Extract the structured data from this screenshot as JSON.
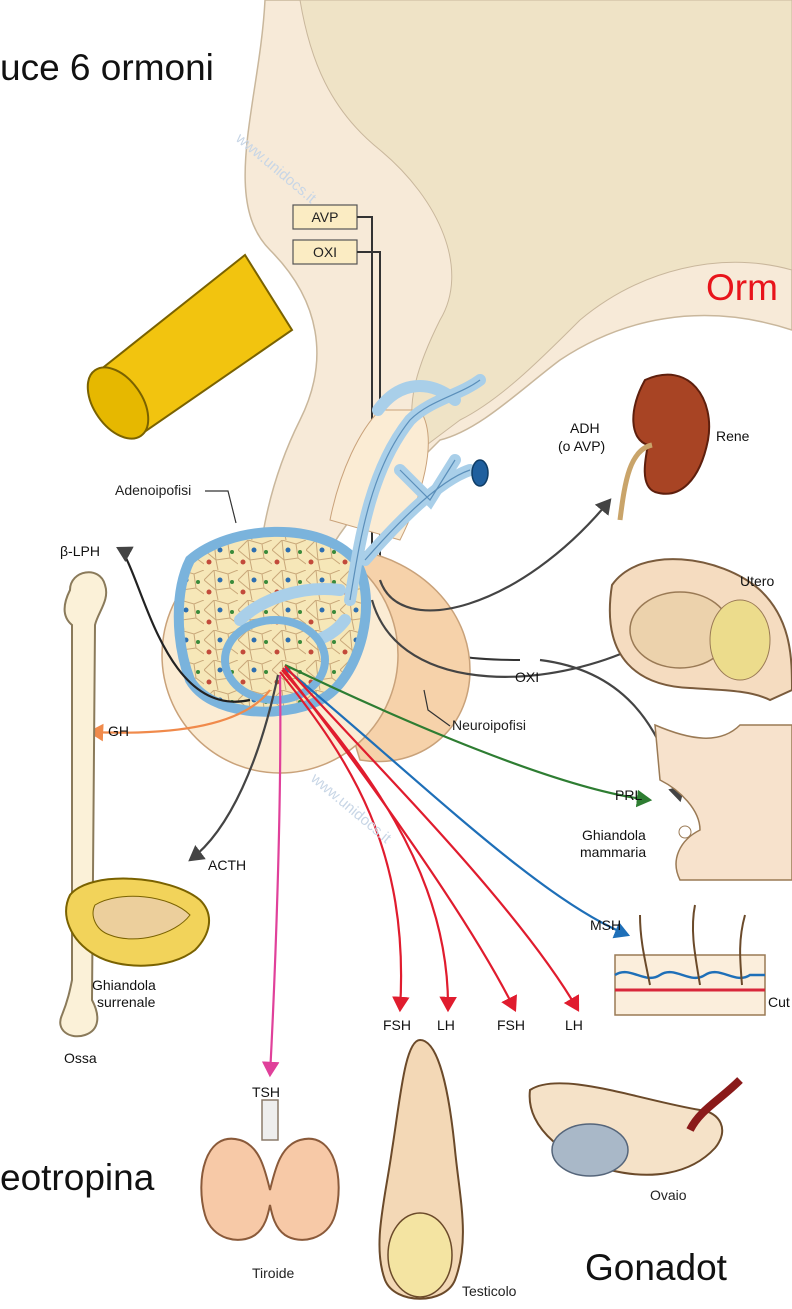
{
  "texts": {
    "top_left": "uce 6 ormoni",
    "top_right_red": "Orm",
    "bottom_left": "eotropina",
    "bottom_right": "Gonadot"
  },
  "hypothalamus_boxes": {
    "avp": "AVP",
    "oxi": "OXI"
  },
  "structures": {
    "adenoipofisi": "Adenoipofisi",
    "neuroipofisi": "Neuroipofisi"
  },
  "hormones": {
    "adh": [
      "ADH",
      "(o AVP)"
    ],
    "oxi": "OXI",
    "prl": "PRL",
    "msh": "MSH",
    "b_lph": "β-LPH",
    "gh": "GH",
    "acth": "ACTH",
    "tsh": "TSH",
    "fsh_1": "FSH",
    "lh_1": "LH",
    "fsh_2": "FSH",
    "lh_2": "LH"
  },
  "organs": {
    "rene": "Rene",
    "utero": "Utero",
    "mammaria": [
      "Ghiandola",
      "mammaria"
    ],
    "cute": "Cut",
    "ossa": "Ossa",
    "surrenale": [
      "Ghiandola",
      "surrenale"
    ],
    "tiroide": "Tiroide",
    "testicolo": "Testicolo",
    "ovaio": "Ovaio"
  },
  "watermark": "www.unidocs.it",
  "colors": {
    "red_text": "#e8141b",
    "gh_arrow": "#f08a4b",
    "prl_arrow": "#2e7d32",
    "msh_arrow": "#1e6fb8",
    "gonadotropin_arrow": "#e01c2e",
    "tsh_arrow": "#e0409a",
    "neutral_arrow": "#444444"
  }
}
